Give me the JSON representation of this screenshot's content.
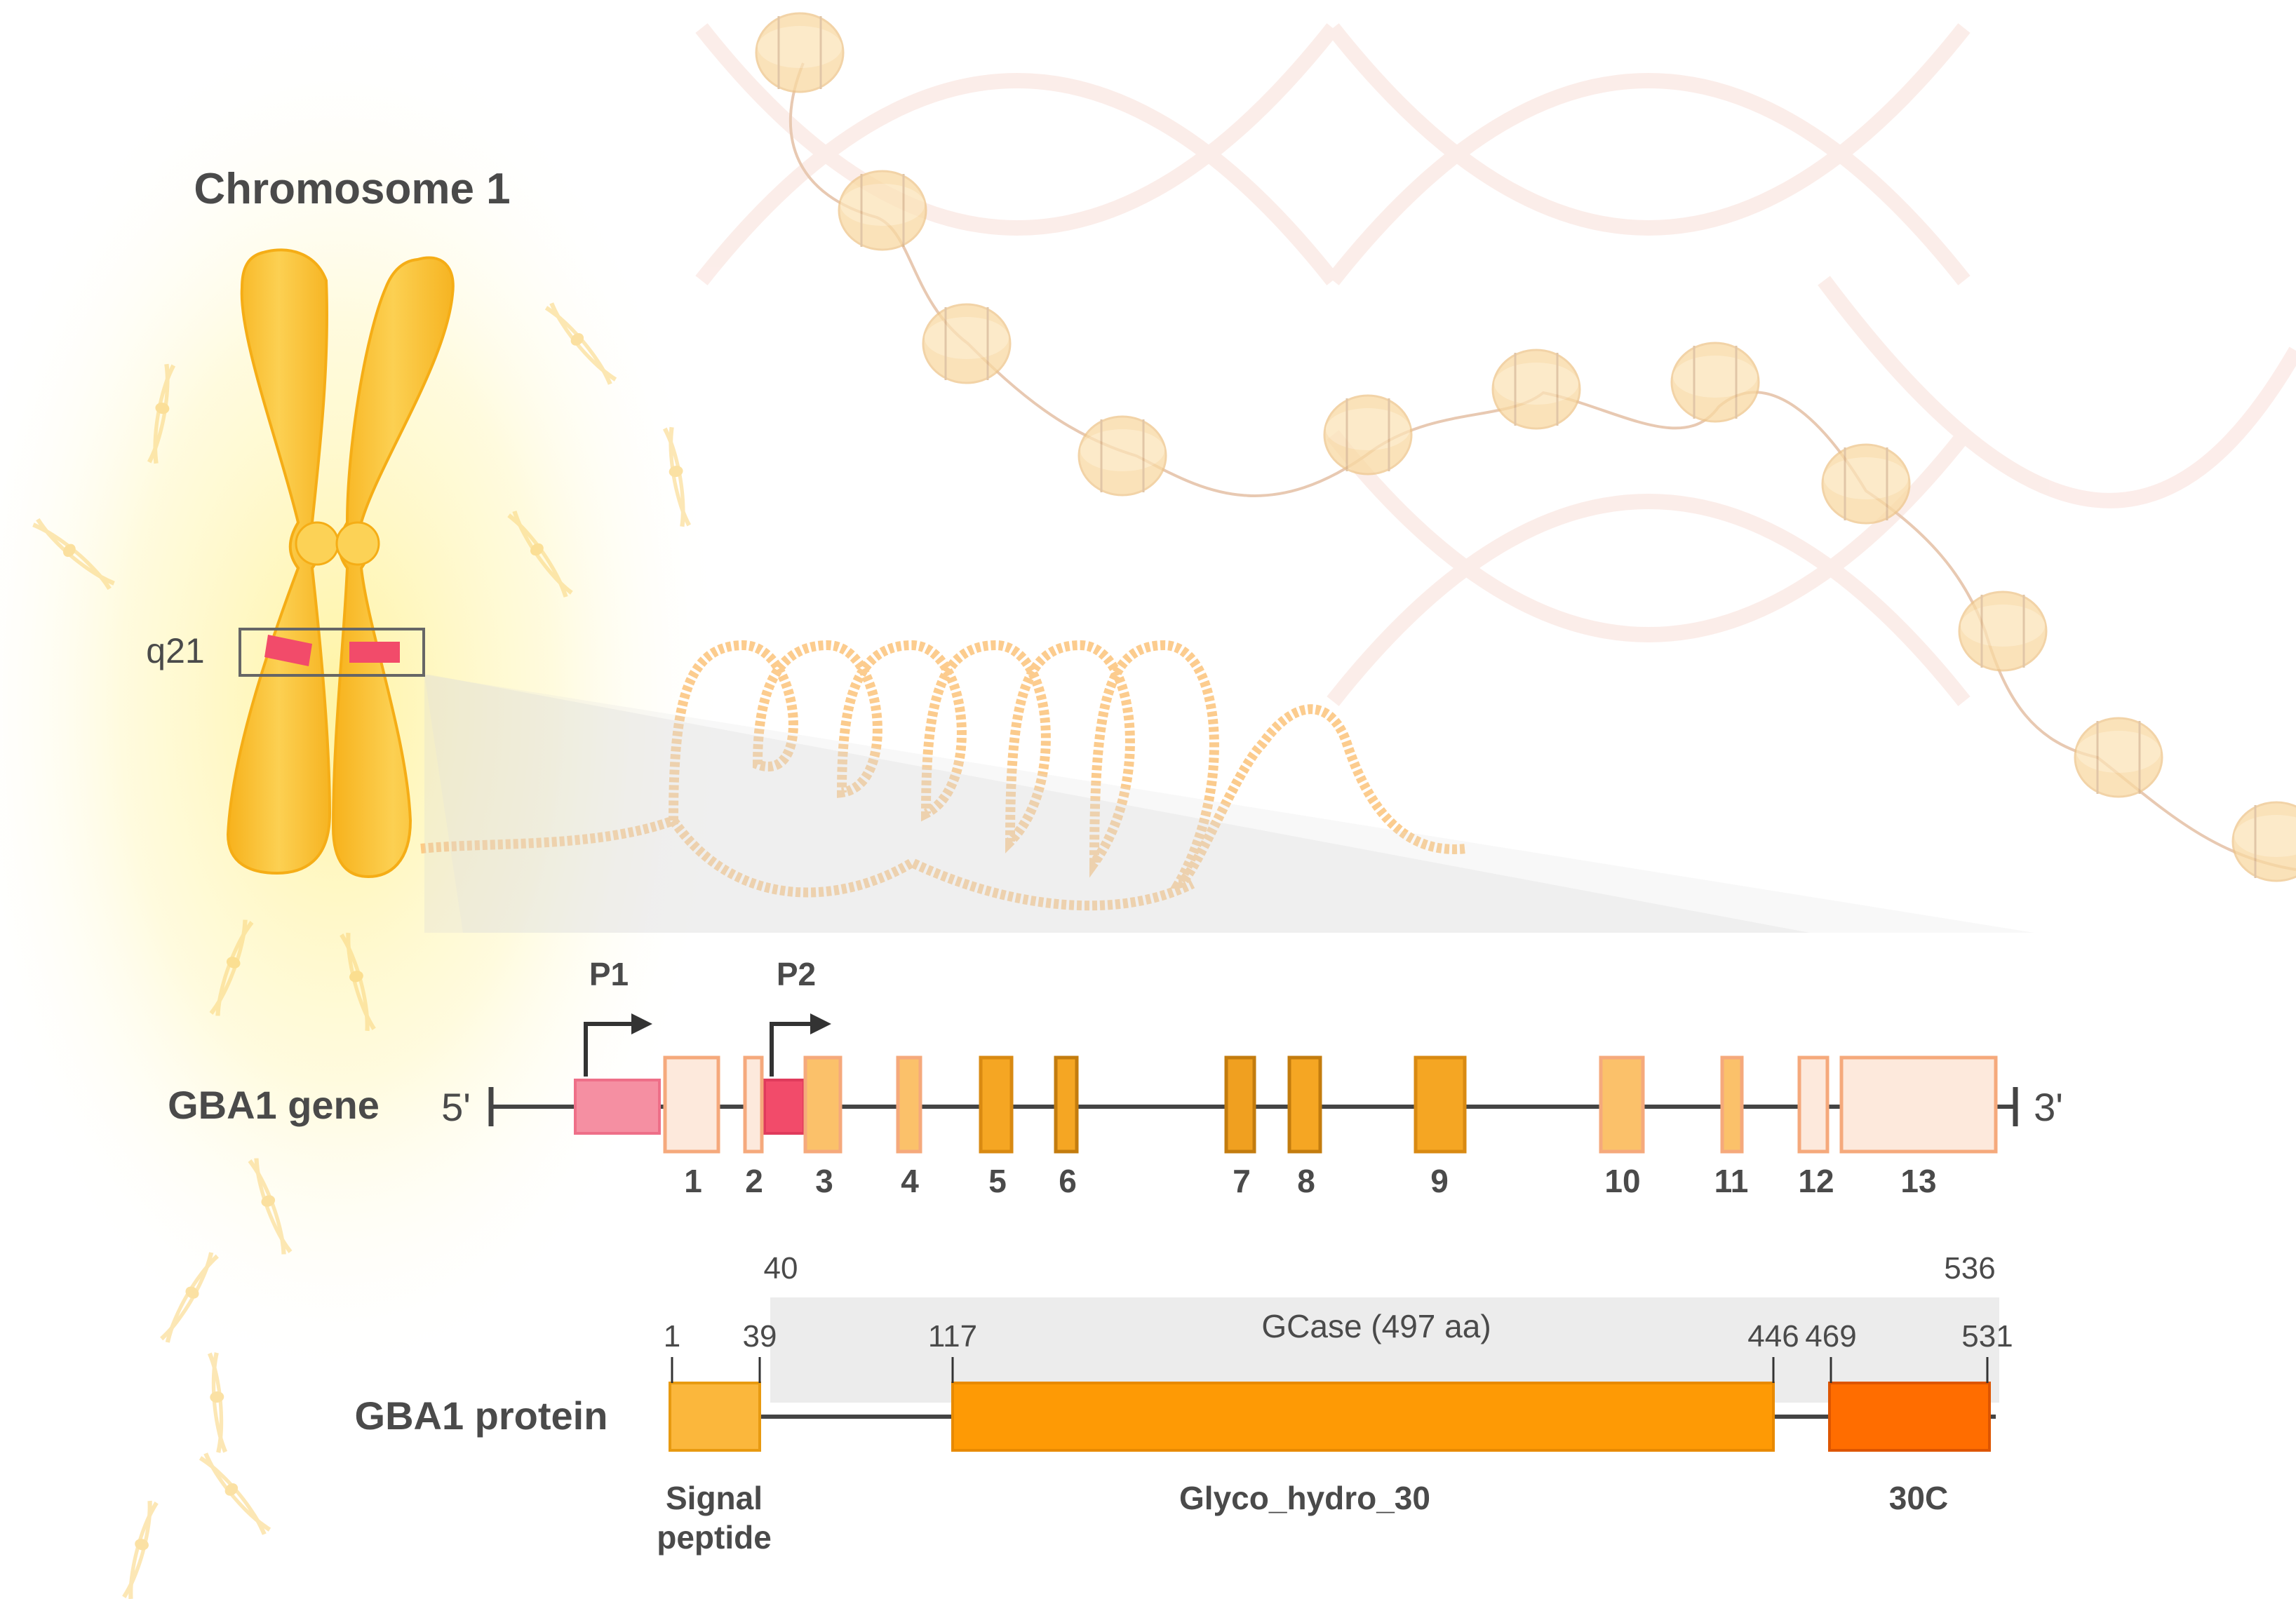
{
  "chromosome": {
    "title": "Chromosome 1",
    "band_label": "q21"
  },
  "gene": {
    "title": "GBA1 gene",
    "end_5": "5'",
    "end_3": "3'",
    "promoters": [
      "P1",
      "P2"
    ],
    "exon_labels": [
      "1",
      "2",
      "3",
      "4",
      "5",
      "6",
      "7",
      "8",
      "9",
      "10",
      "11",
      "12",
      "13"
    ]
  },
  "protein": {
    "title": "GBA1 protein",
    "mature_label": "GCase (497 aa)",
    "mature_start": "40",
    "mature_end": "536",
    "positions": [
      "1",
      "39",
      "117",
      "446",
      "469",
      "531"
    ],
    "domains": [
      {
        "name_line1": "Signal",
        "name_line2": "peptide"
      },
      {
        "name_line1": "Glyco_hydro_30",
        "name_line2": ""
      },
      {
        "name_line1": "30C",
        "name_line2": ""
      }
    ]
  },
  "colors": {
    "chromosome": "#fbc430",
    "band": "#f24b6a",
    "exon_light": "#fde9dc",
    "exon_mid": "#fbc16a",
    "exon_dark": "#f5a623",
    "domain_signal": "#fbb73c",
    "domain_glyco": "#fe9a05",
    "domain_30c": "#ff6d00",
    "line": "#444444"
  }
}
